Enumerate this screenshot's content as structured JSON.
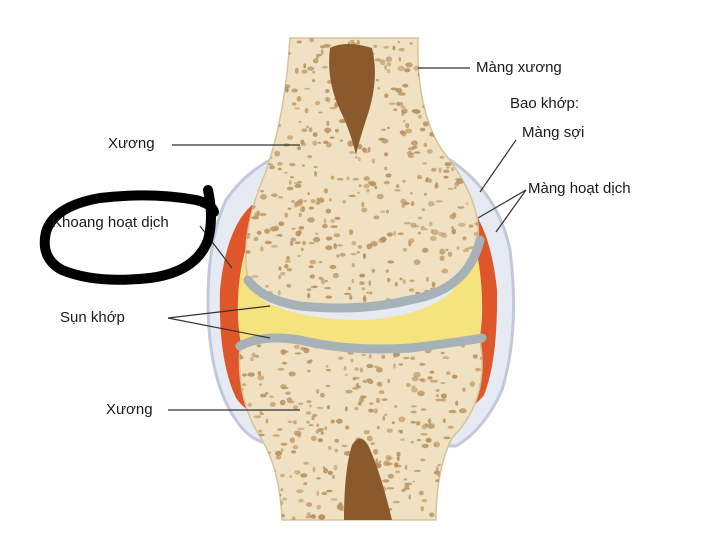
{
  "labels": {
    "periosteum": "Màng xương",
    "capsule_heading": "Bao khớp:",
    "fibrous_membrane": "Màng sợi",
    "synovial_membrane": "Màng hoạt dịch",
    "bone_upper": "Xương",
    "synovial_cavity": "Khoang hoạt dịch",
    "articular_cartilage": "Sụn khớp",
    "bone_lower": "Xương"
  },
  "colors": {
    "bone": "#efe1c2",
    "bone_pore": "#b9925e",
    "marrow": "#8a5a2c",
    "capsule": "#dfe4ef",
    "synovial_membrane": "#e0562b",
    "synovial_fluid": "#f5e47d",
    "cartilage": "#a6b2b8",
    "annotation_circle": "#000000"
  }
}
